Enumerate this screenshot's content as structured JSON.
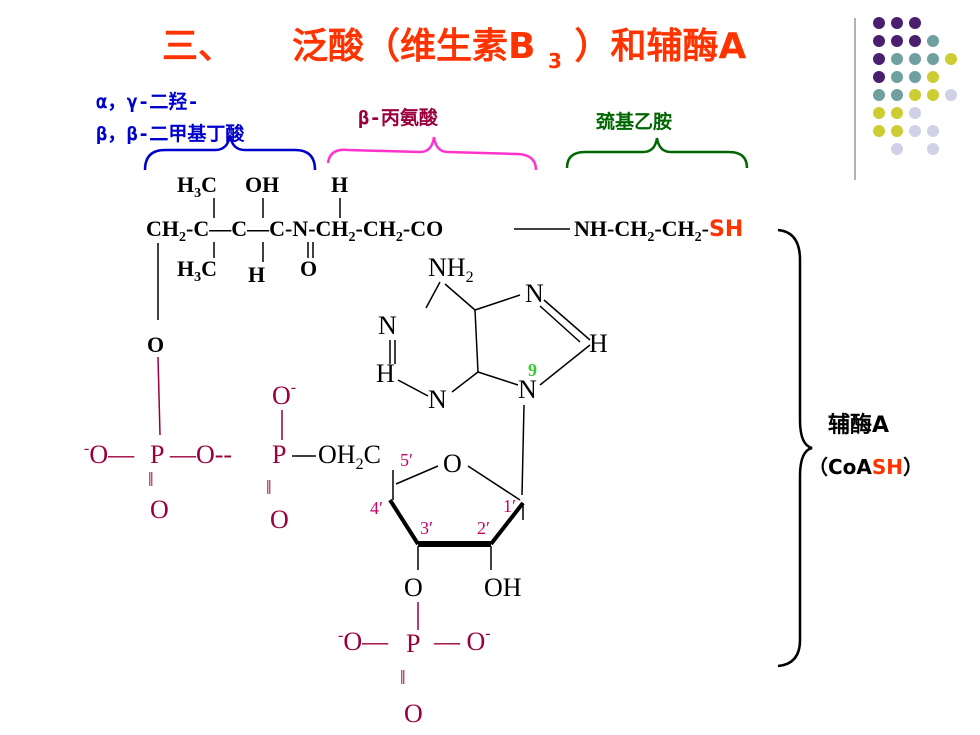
{
  "title": {
    "prefix": "三、",
    "main": "泛酸（维生素B",
    "sub": "3",
    "suffix": "）和辅酶A"
  },
  "groups": {
    "hydroxy_acid_line1": "α，γ-二羟-",
    "hydroxy_acid_line2": "β，β-二甲基丁酸",
    "alanine": "β-丙氨酸",
    "thioethylamine": "巯基乙胺"
  },
  "structure": {
    "h3c_top": "H",
    "h3c_top_sub": "3",
    "h3c_top_c": "C",
    "oh_top": "OH",
    "h_top": "H",
    "ch2_a": "CH",
    "ch2_a_sub": "2",
    "dash_c1": "-C",
    "c2": "—C—",
    "c3": "C",
    "n_chain": "-N-CH",
    "ch2_b_sub": "2",
    "ch2_c": "-CH",
    "ch2_c_sub": "2",
    "co": "-CO",
    "nh_chain": "NH-CH",
    "nh_sub1": "2",
    "ch2_d": "-CH",
    "nh_sub2": "2",
    "dash_sh": "-",
    "sh": "SH",
    "h3c_bot": "H",
    "h3c_bot_sub": "3",
    "h3c_bot_c": "C",
    "h_bot": "H",
    "o_carbonyl": "O",
    "o_link": "O"
  },
  "adenine": {
    "nh2": "NH",
    "nh2_sub": "2",
    "n_top_right": "N",
    "n_left": "N",
    "h_right": "H",
    "h_left": "H",
    "n_bottom_left": "N",
    "n9_label": "9",
    "n9": "N"
  },
  "phosphates": {
    "neg_o": "-",
    "o_left": "O—",
    "p1": "P",
    "o_bridge": "—O--",
    "o_top": "O",
    "o_top_charge": "-",
    "p2": "P",
    "o_below1": "O",
    "o_below2": "O",
    "double_bond": "‖",
    "och2c": "OH",
    "och2c_sub": "2",
    "och2c_c": "C"
  },
  "ribose": {
    "c5": "5′",
    "o_ring": "O",
    "c4": "4′",
    "c3": "3′",
    "c2": "2′",
    "c1": "1′",
    "o_3": "O",
    "oh_2": "OH"
  },
  "phosphate3": {
    "neg_o": "-",
    "o_left": "O—",
    "p": "P",
    "o_right": "— O",
    "o_right_charge": "-",
    "double_bond": "‖",
    "o_bottom": "O"
  },
  "coa": {
    "name": "辅酶A",
    "abbr_open": "（CoA",
    "abbr_sh": "SH",
    "abbr_close": "）"
  },
  "colors": {
    "title": "#ff3300",
    "blue": "#0000cc",
    "magenta": "#ff33cc",
    "green": "#006600",
    "red_sh": "#ff3300",
    "maroon": "#99003d",
    "pink": "#cc0066",
    "n9_green": "#33cc33",
    "dot_purple": "#4b1f6f",
    "dot_teal": "#6f9f9f",
    "dot_olive": "#cccc33",
    "dot_lavender": "#d0d0e6"
  }
}
